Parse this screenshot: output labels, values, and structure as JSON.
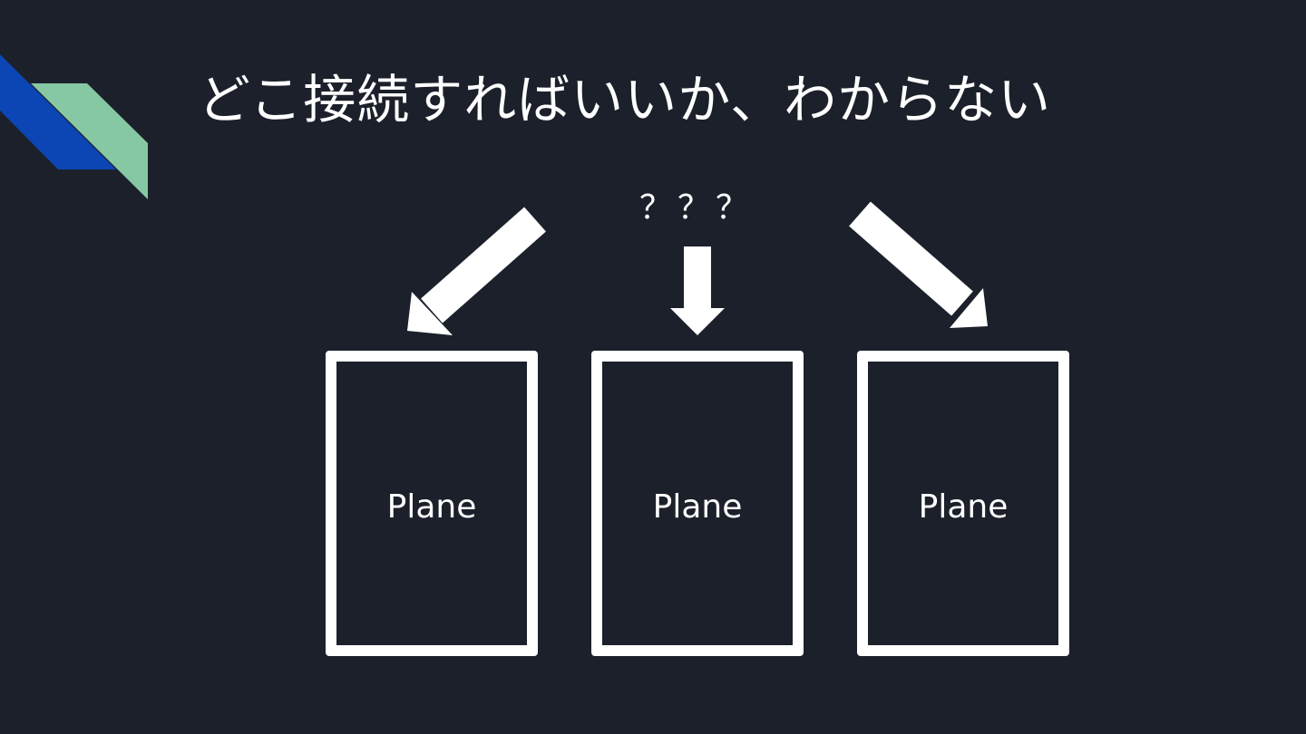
{
  "slide": {
    "title": "どこ接続すればいいか、わからない",
    "question_marks": "？？？",
    "boxes": [
      {
        "label": "Plane"
      },
      {
        "label": "Plane"
      },
      {
        "label": "Plane"
      }
    ]
  },
  "colors": {
    "background": "#1c202b",
    "foreground": "#ffffff",
    "accent_blue": "#0b46b4",
    "accent_green": "#86c8a4"
  },
  "icons": {
    "left_arrow": "arrow-down-left-icon",
    "center_arrow": "arrow-down-icon",
    "right_arrow": "arrow-down-right-icon"
  }
}
